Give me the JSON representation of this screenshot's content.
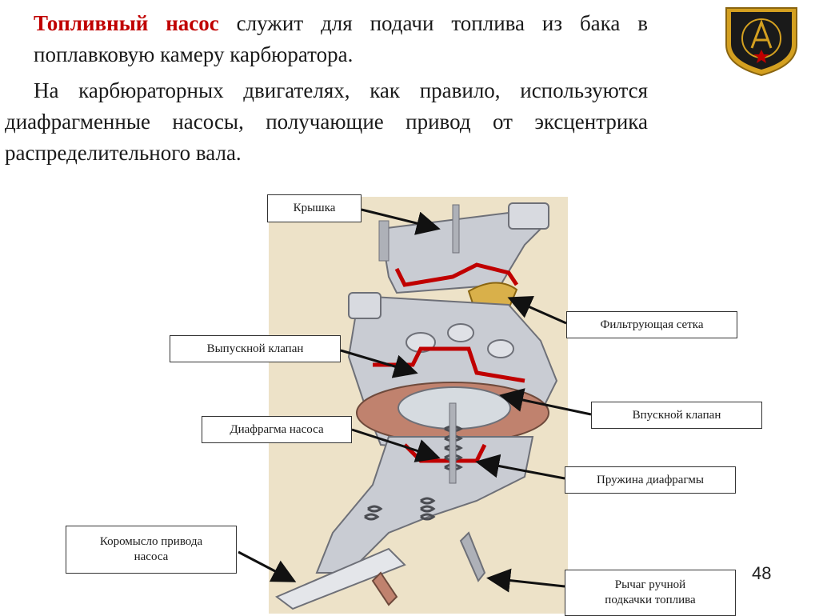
{
  "text": {
    "p1_lead": "Топливный насос",
    "p1_rest": " служит для подачи топлива из бака в поплавковую камеру карбюратора.",
    "p2": "На карбюраторных двигателях, как правило, используются диафрагменные насосы, получающие привод от эксцентрика распределительного вала."
  },
  "labels": {
    "kryshka": "Крышка",
    "filter": "Фильтрующая сетка",
    "outlet_valve": "Выпускной клапан",
    "inlet_valve": "Впускной клапан",
    "diaphragm": "Диафрагма насоса",
    "spring": "Пружина диафрагмы",
    "rocker": "Коромысло привода\nнасоса",
    "lever": "Рычаг ручной\nподкачки топлива"
  },
  "page_number": "48",
  "colors": {
    "accent": "#c00000",
    "metal": "#c9ccd3",
    "background_photo": "#ede2c8",
    "gasket": "#c0826e"
  }
}
